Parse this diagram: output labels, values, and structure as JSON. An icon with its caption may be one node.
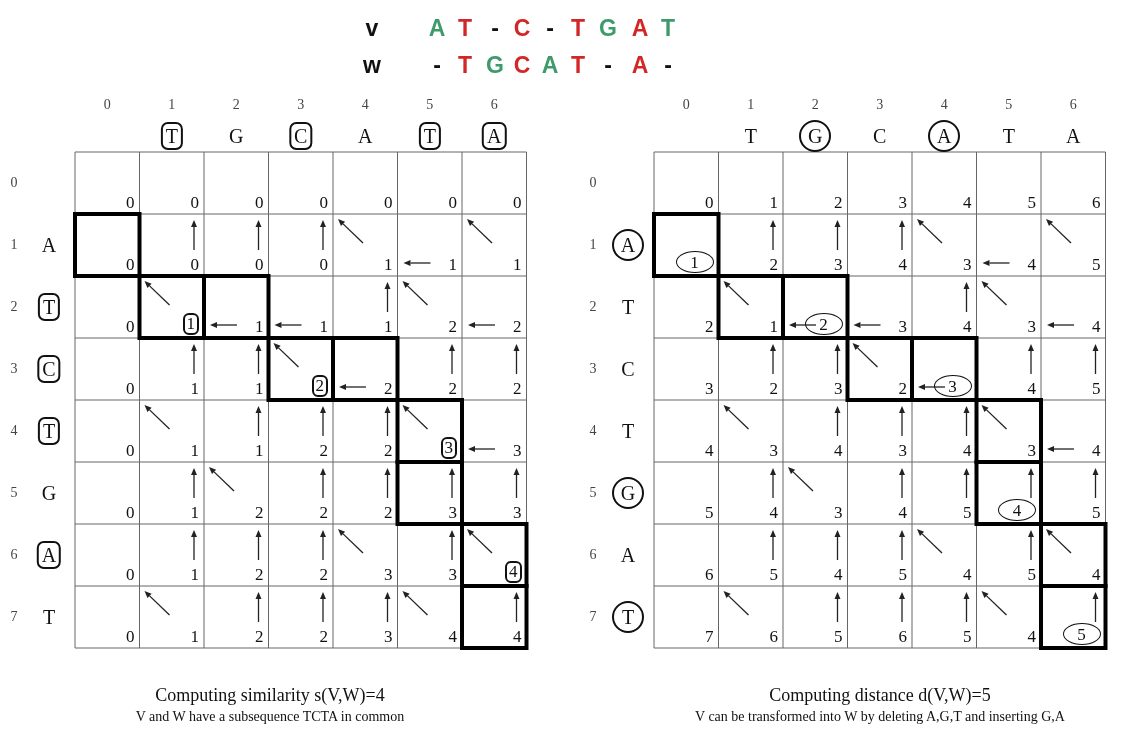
{
  "diagram": {
    "nodes": [
      {
        "text": [
          "T"
        ]
      },
      {
        "text": [
          "C"
        ]
      },
      {
        "text": [
          "T"
        ]
      },
      {
        "text": [
          "A"
        ]
      },
      {
        "text": [
          "T"
        ]
      },
      {
        "text": [
          "1"
        ]
      },
      {
        "text": [
          "C"
        ]
      },
      {
        "text": [
          "2"
        ]
      },
      {
        "text": [
          "T"
        ]
      },
      {
        "text": [
          "3"
        ]
      },
      {
        "text": [
          "A"
        ]
      },
      {
        "text": [
          "4"
        ]
      },
      {
        "text": [
          "G"
        ]
      },
      {
        "text": [
          "A"
        ]
      },
      {
        "text": [
          "A"
        ]
      },
      {
        "text": [
          "1"
        ]
      },
      {
        "text": [
          "2"
        ]
      },
      {
        "text": [
          "3"
        ]
      },
      {
        "text": [
          "G"
        ]
      },
      {
        "text": [
          "4"
        ]
      },
      {
        "text": [
          "T"
        ]
      },
      {
        "text": [
          "5"
        ]
      }
    ],
    "labels": [
      "v",
      "A",
      "T",
      "-",
      "C",
      "-",
      "T",
      "G",
      "A",
      "T",
      "w",
      "-",
      "T",
      "G",
      "C",
      "A",
      "T",
      "-",
      "A",
      "-",
      "0",
      "1",
      "2",
      "3",
      "4",
      "5",
      "6",
      "G",
      "A",
      "0",
      "0",
      "0",
      "0",
      "0",
      "0",
      "0",
      "0",
      "1",
      "A",
      "0",
      "0",
      "0",
      "0",
      "1",
      "1",
      "1",
      "2",
      "0",
      "1",
      "1",
      "1",
      "2",
      "2",
      "3",
      "0",
      "1",
      "1",
      "2",
      "2",
      "2",
      "4",
      "0",
      "1",
      "1",
      "2",
      "2",
      "3",
      "5",
      "G",
      "0",
      "1",
      "2",
      "2",
      "2",
      "3",
      "3",
      "6",
      "0",
      "1",
      "2",
      "2",
      "3",
      "3",
      "7",
      "T",
      "0",
      "1",
      "2",
      "2",
      "3",
      "4",
      "4",
      "Computing similarity s(V,W)=4",
      "V and W have a subsequence TCTA in common",
      "0",
      "1",
      "2",
      "3",
      "4",
      "5",
      "6",
      "T",
      "C",
      "T",
      "A",
      "0",
      "0",
      "1",
      "2",
      "3",
      "4",
      "5",
      "6",
      "1",
      "2",
      "3",
      "4",
      "3",
      "4",
      "5",
      "2",
      "T",
      "2",
      "1",
      "3",
      "4",
      "3",
      "4",
      "3",
      "C",
      "3",
      "2",
      "3",
      "2",
      "4",
      "5",
      "4",
      "T",
      "4",
      "3",
      "4",
      "3",
      "4",
      "3",
      "4",
      "5",
      "5",
      "4",
      "3",
      "4",
      "5",
      "5",
      "6",
      "A",
      "6",
      "5",
      "4",
      "5",
      "4",
      "5",
      "4",
      "7",
      "7",
      "6",
      "5",
      "6",
      "5",
      "4",
      "Computing distance d(V,W)=5",
      "V can be transformed into W by deleting A,G,T and inserting G,A"
    ]
  }
}
